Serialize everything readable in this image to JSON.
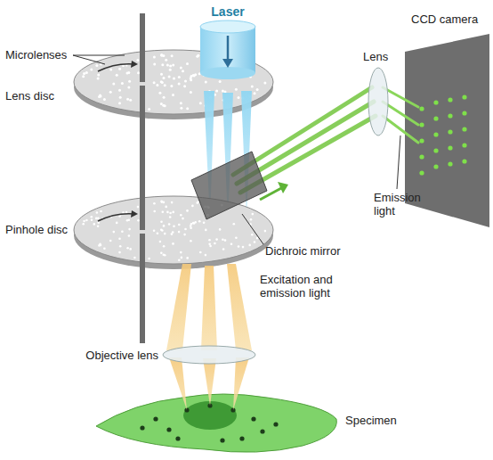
{
  "diagram": {
    "labels": [
      "Laser",
      "Microlenses",
      "Lens disc",
      "Pinhole disc",
      "Dichroic mirror",
      "Excitation and emission light",
      "Objective lens",
      "Specimen",
      "Lens",
      "CCD camera",
      "Emission light"
    ]
  }
}
